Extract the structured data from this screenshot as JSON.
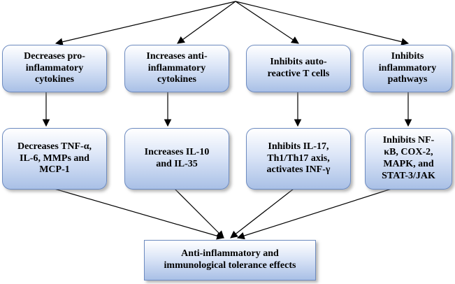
{
  "top_row": [
    {
      "text": "Decreases pro-\ninflammatory\ncytokines"
    },
    {
      "text": "Increases anti-\ninflammatory\ncytokines"
    },
    {
      "text": "Inhibits auto-\nreactive T cells"
    },
    {
      "text": "Inhibits\ninflammatory\npathways"
    }
  ],
  "middle_row": [
    {
      "text": "Decreases TNF-α,\nIL-6, MMPs and\nMCP-1"
    },
    {
      "text": "Increases IL-10\nand IL-35"
    },
    {
      "text": "Inhibits IL-17,\nTh1/Th17 axis,\nactivates INF-γ"
    },
    {
      "text": "Inhibits NF-\nκB, COX-2,\nMAPK, and\nSTAT-3/JAK"
    }
  ],
  "bottom": {
    "text": "Anti-inflammatory and\nimmunological tolerance effects"
  },
  "colors": {
    "border": "#6d8bc0",
    "fill_top": "#ffffff",
    "fill_bottom": "#a9c0e6",
    "arrow": "#000000"
  }
}
